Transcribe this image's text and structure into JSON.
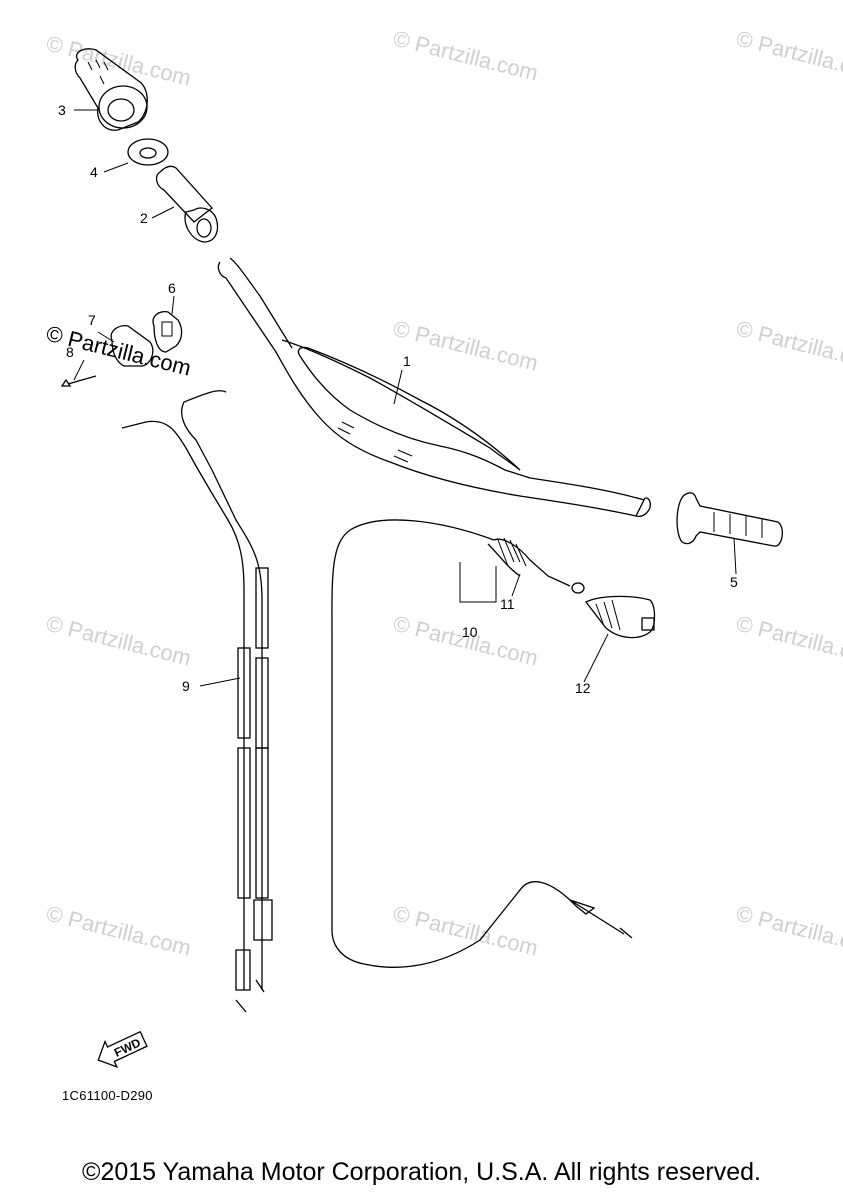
{
  "watermark": {
    "text": "© Partzilla.com"
  },
  "parts": [
    {
      "number": "1"
    },
    {
      "number": "2"
    },
    {
      "number": "3"
    },
    {
      "number": "4"
    },
    {
      "number": "5"
    },
    {
      "number": "6"
    },
    {
      "number": "7"
    },
    {
      "number": "8"
    },
    {
      "number": "9"
    },
    {
      "number": "10"
    },
    {
      "number": "11"
    },
    {
      "number": "12"
    }
  ],
  "fwd_label": "FWD",
  "diagram_code": "1C61100-D290",
  "copyright": "©2015 Yamaha Motor Corporation, U.S.A. All rights reserved."
}
